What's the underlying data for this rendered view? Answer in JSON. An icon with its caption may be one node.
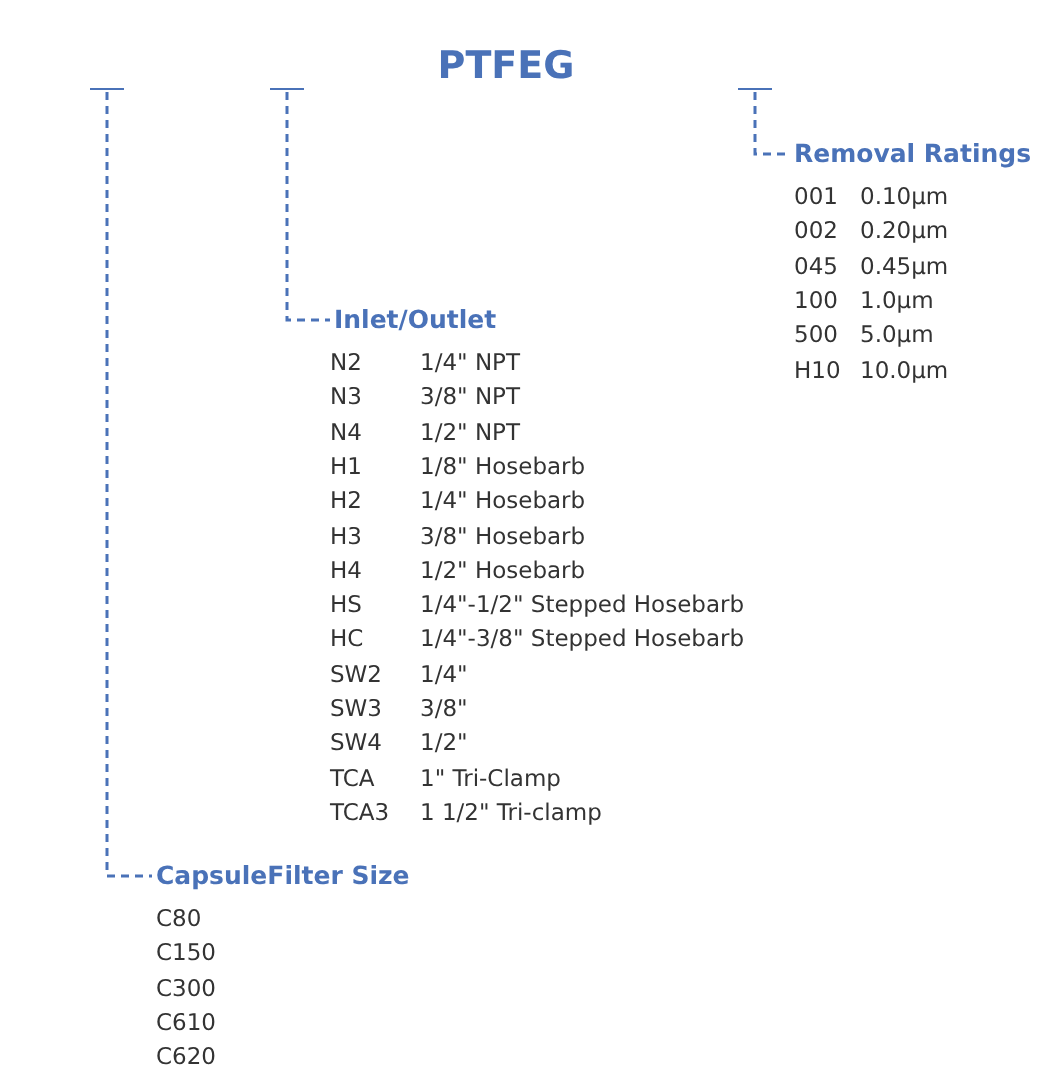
{
  "diagram": {
    "title": "PTFEG",
    "nodes": [
      {
        "text": [],
        "shape": "bar"
      },
      {
        "text": [],
        "shape": "bar"
      },
      {
        "text": [],
        "shape": "bar"
      },
      {
        "text": [
          "Removal Ratings"
        ],
        "beside": [
          "001 0.10µm",
          "002 0.20µm",
          "045 0.45µm",
          "100 1.0µm",
          "500 5.0µm",
          "H10 10.0µm"
        ]
      },
      {
        "text": [
          "Inlet/Outlet"
        ],
        "beside": [
          "N2 1/4\" NPT",
          "N3 3/8\" NPT",
          "N4 1/2\" NPT",
          "H1 1/8\" Hosebarb",
          "H2 1/4\" Hosebarb",
          "H3 3/8\" Hosebarb",
          "H4 1/2\" Hosebarb",
          "HS 1/4\"-1/2\" Stepped Hosebarb",
          "HC 1/4\"-3/8\" Stepped Hosebarb",
          "SW2 1/4\"",
          "SW3 3/8\"",
          "SW4 1/2\"",
          "TCA 1\" Tri-Clamp",
          "TCA3 1 1/2\" Tri-clamp"
        ]
      },
      {
        "text": [
          "CapsuleFilter Size"
        ],
        "beside": [
          "C80",
          "C150",
          "C300",
          "C610",
          "C620"
        ]
      }
    ],
    "edges": [
      {
        "from": 2,
        "to": 3,
        "arrow": "none",
        "style": "dashed"
      },
      {
        "from": 1,
        "to": 4,
        "arrow": "none",
        "style": "dashed"
      },
      {
        "from": 0,
        "to": 5,
        "arrow": "none",
        "style": "dashed"
      }
    ]
  }
}
